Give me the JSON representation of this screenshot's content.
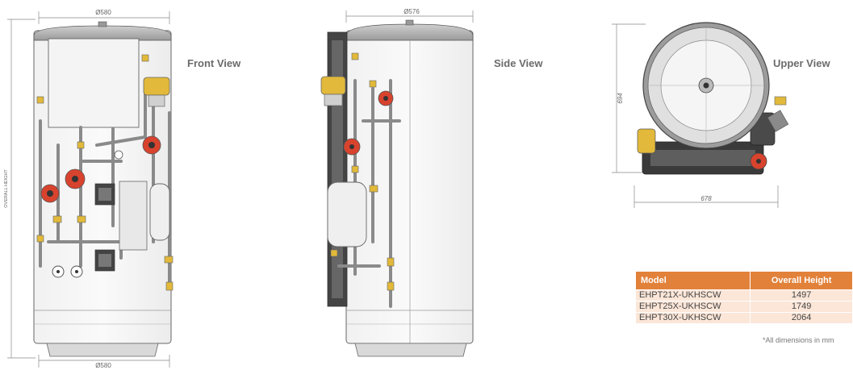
{
  "views": {
    "front_label": "Front View",
    "side_label": "Side View",
    "upper_label": "Upper View"
  },
  "dimensions": {
    "front_width_top": "Ø580",
    "front_width_bottom": "Ø580",
    "side_width": "Ø576",
    "overall_height_label": "OVERALL HEIGHT",
    "upper_depth": "694",
    "upper_width": "678"
  },
  "table": {
    "headers": [
      "Model",
      "Overall Height"
    ],
    "rows": [
      {
        "model": "EHPT21X-UKHSCW",
        "height": "1497"
      },
      {
        "model": "EHPT25X-UKHSCW",
        "height": "1749"
      },
      {
        "model": "EHPT30X-UKHSCW",
        "height": "2064"
      }
    ]
  },
  "note": "*All dimensions in mm",
  "colors": {
    "accent": "#e2813a",
    "row_fill": "#fbe6d8",
    "pump_red": "#d8432e",
    "valve_yellow": "#e2b93a"
  }
}
